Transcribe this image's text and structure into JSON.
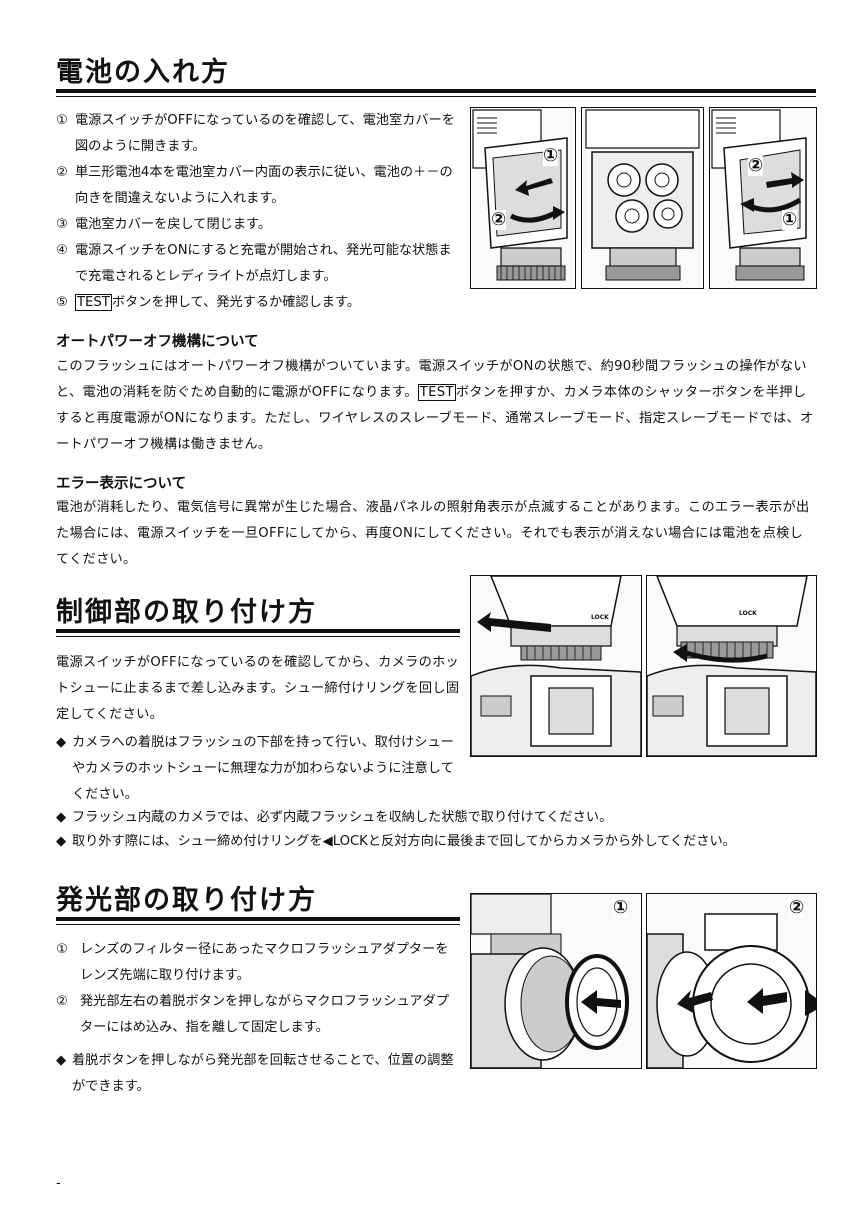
{
  "section1": {
    "title": "電池の入れ方",
    "steps": [
      {
        "num": "①",
        "text": "電源スイッチがOFFになっているのを確認して、電池室カバーを図のように開きます。"
      },
      {
        "num": "②",
        "text": "単三形電池4本を電池室カバー内面の表示に従い、電池の＋－の向きを間違えないように入れます。"
      },
      {
        "num": "③",
        "text": "電池室カバーを戻して閉じます。"
      },
      {
        "num": "④",
        "text": "電源スイッチをONにすると充電が開始され、発光可能な状態まで充電されるとレディライトが点灯します。"
      }
    ],
    "step5": {
      "num": "⑤",
      "boxed": "TEST",
      "text": "ボタンを押して、発光するか確認します。"
    },
    "figure_marks": [
      "①",
      "②",
      "②",
      "①"
    ]
  },
  "auto_power_off": {
    "title": "オートパワーオフ機構について",
    "text_a": "このフラッシュにはオートパワーオフ機構がついています。電源スイッチがONの状態で、約90秒間フラッシュの操作がないと、電池の消耗を防ぐため自動的に電源がOFFになります。",
    "boxed": "TEST",
    "text_b": "ボタンを押すか、カメラ本体のシャッターボタンを半押しすると再度電源がONになります。ただし、ワイヤレスのスレーブモード、通常スレーブモード、指定スレーブモードでは、オートパワーオフ機構は働きません。"
  },
  "error_display": {
    "title": "エラー表示について",
    "text": "電池が消耗したり、電気信号に異常が生じた場合、液晶パネルの照射角表示が点滅することがあります。このエラー表示が出た場合には、電源スイッチを一旦OFFにしてから、再度ONにしてください。それでも表示が消えない場合には電池を点検してください。"
  },
  "section2": {
    "title": "制御部の取り付け方",
    "text": "電源スイッチがOFFになっているのを確認してから、カメラのホットシューに止まるまで差し込みます。シュー締付けリングを回し固定してください。",
    "bullet_mark": "◆",
    "bullet_1": "カメラへの着脱はフラッシュの下部を持って行い、取付けシューやカメラのホットシューに無理な力が加わらないように注意してください。",
    "bullet_2": "フラッシュ内蔵のカメラでは、必ず内蔵フラッシュを収納した状態で取り付けてください。",
    "bullet_3": "取り外す際には、シュー締め付けリングを◀LOCKと反対方向に最後まで回してからカメラから外してください。",
    "figure_label": "LOCK"
  },
  "section3": {
    "title": "発光部の取り付け方",
    "steps": [
      {
        "num": "①",
        "text": "レンズのフィルター径にあったマクロフラッシュアダプターをレンズ先端に取り付けます。"
      },
      {
        "num": "②",
        "text": "発光部左右の着脱ボタンを押しながらマクロフラッシュアダプターにはめ込み、指を離して固定します。"
      }
    ],
    "bullet_mark": "◆",
    "bullet": "着脱ボタンを押しながら発光部を回転させることで、位置の調整ができます。",
    "figure_marks": [
      "①",
      "②"
    ]
  },
  "page_mark": "-"
}
